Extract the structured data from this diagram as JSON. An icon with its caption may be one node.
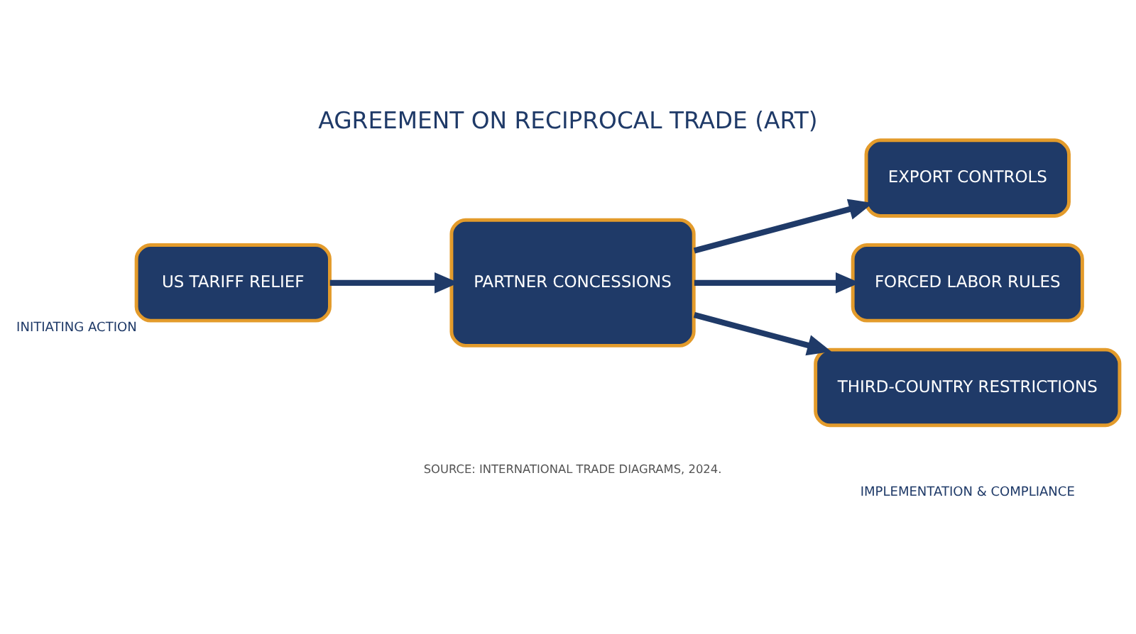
{
  "diagram": {
    "title": "AGREEMENT ON RECIPROCAL TRADE (ART)",
    "caption": "SOURCE: INTERNATIONAL TRADE DIAGRAMS, 2024.",
    "nodes": [
      {
        "text": [
          "US TARIFF RELIEF"
        ],
        "beside": [
          "INITIATING ACTION"
        ]
      },
      {
        "text": [
          "PARTNER CONCESSIONS"
        ]
      },
      {
        "text": [
          "EXPORT CONTROLS"
        ]
      },
      {
        "text": [
          "FORCED LABOR RULES"
        ]
      },
      {
        "text": [
          "THIRD-COUNTRY RESTRICTIONS"
        ]
      }
    ],
    "edges": [
      {
        "from": 0,
        "to": 1,
        "arrow": "to"
      },
      {
        "from": 1,
        "to": 2,
        "arrow": "to"
      },
      {
        "from": 1,
        "to": 3,
        "arrow": "to"
      },
      {
        "from": 1,
        "to": 4,
        "arrow": "to"
      }
    ],
    "labels": [
      "IMPLEMENTATION & COMPLIANCE"
    ]
  }
}
